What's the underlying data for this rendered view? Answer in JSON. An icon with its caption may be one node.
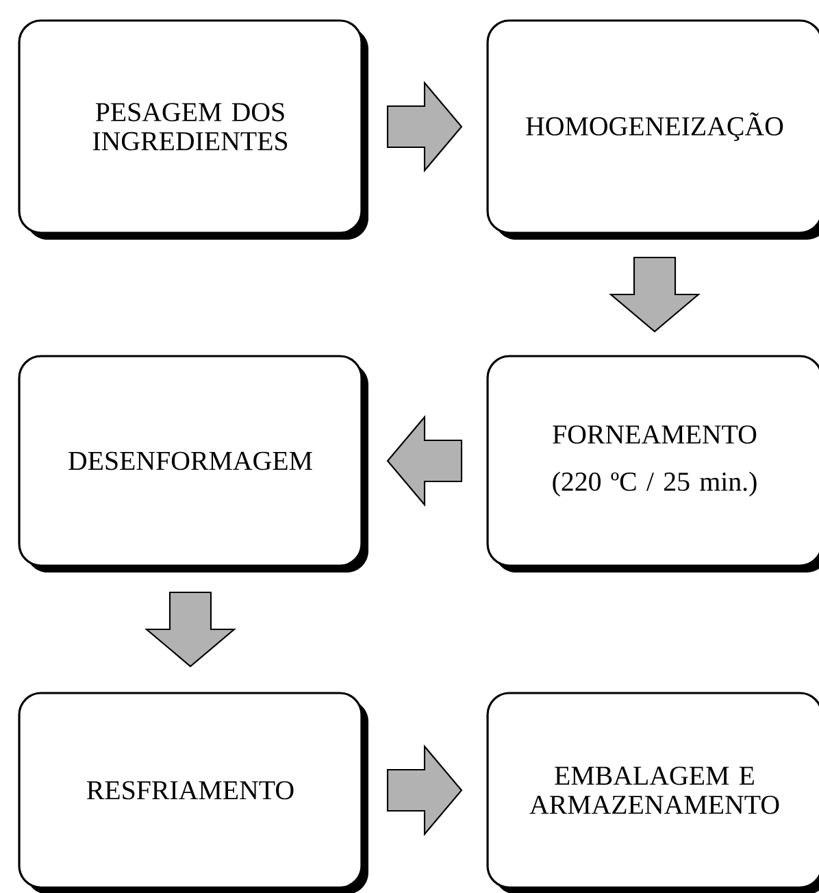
{
  "diagram": {
    "nodes": [
      {
        "text": [
          "PESAGEM DOS INGREDIENTES"
        ]
      },
      {
        "text": [
          "HOMOGENEIZAÇÃO"
        ]
      },
      {
        "text": [
          "FORNEAMENTO",
          "(220 ºC / 25 min.)"
        ]
      },
      {
        "text": [
          "DESENFORMAGEM"
        ]
      },
      {
        "text": [
          "RESFRIAMENTO"
        ]
      },
      {
        "text": [
          "EMBALAGEM E ARMAZENAMENTO"
        ]
      }
    ],
    "edges": [
      {
        "from": 0,
        "to": 1,
        "arrow": "to"
      },
      {
        "from": 1,
        "to": 2,
        "arrow": "to"
      },
      {
        "from": 2,
        "to": 3,
        "arrow": "to"
      },
      {
        "from": 3,
        "to": 4,
        "arrow": "to"
      },
      {
        "from": 4,
        "to": 5,
        "arrow": "to"
      }
    ]
  }
}
